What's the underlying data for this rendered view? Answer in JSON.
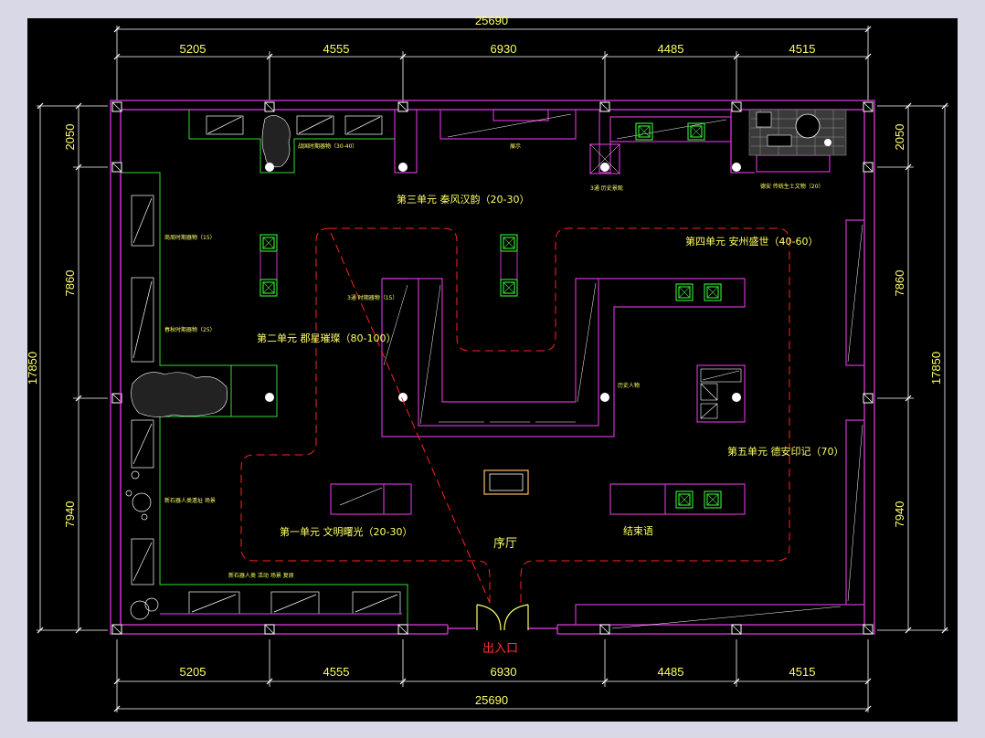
{
  "drawing": {
    "background": "#000000",
    "colors": {
      "wall": "#cc33cc",
      "green": "#33dd33",
      "dimension": "#ffffff",
      "text": "#ffff66",
      "zone_dash": "#ff2222",
      "entrance_text": "#ff3333"
    }
  },
  "dimensions": {
    "top_total": "25690",
    "top_segments": [
      "5205",
      "4555",
      "6930",
      "4485",
      "4515"
    ],
    "bottom_total": "25690",
    "bottom_segments": [
      "5205",
      "4555",
      "6930",
      "4485",
      "4515"
    ],
    "left_total": "17850",
    "left_segments": [
      "2050",
      "7860",
      "7940"
    ],
    "right_total": "17850",
    "right_segments": [
      "2050",
      "7860",
      "7940"
    ]
  },
  "zones": {
    "unit1": "第一单元  文明曙光（20-30）",
    "unit2": "第二单元  郡星璀璨（80-100）",
    "unit3": "第三单元  秦风汉韵（20-30）",
    "unit4": "第四单元  安州盛世（40-60）",
    "unit5": "第五单元  德安印记（70）",
    "ending": "结束语",
    "lobby": "序厅",
    "entrance": "出入口"
  },
  "small_labels": {
    "l1": "战国时期器物（30-40）",
    "l2": "展示",
    "l3": "3通  历史景观",
    "l4": "德安  传统生土文物（20）",
    "l5": "商周时期器物（15）",
    "l6": "春秋时期器物（25）",
    "l7": "3通 时期器物（15）",
    "l8": "历史人物",
    "l9": "新石器人类遗址  场景",
    "l10": "新石器人类  活动  场景  复原"
  }
}
